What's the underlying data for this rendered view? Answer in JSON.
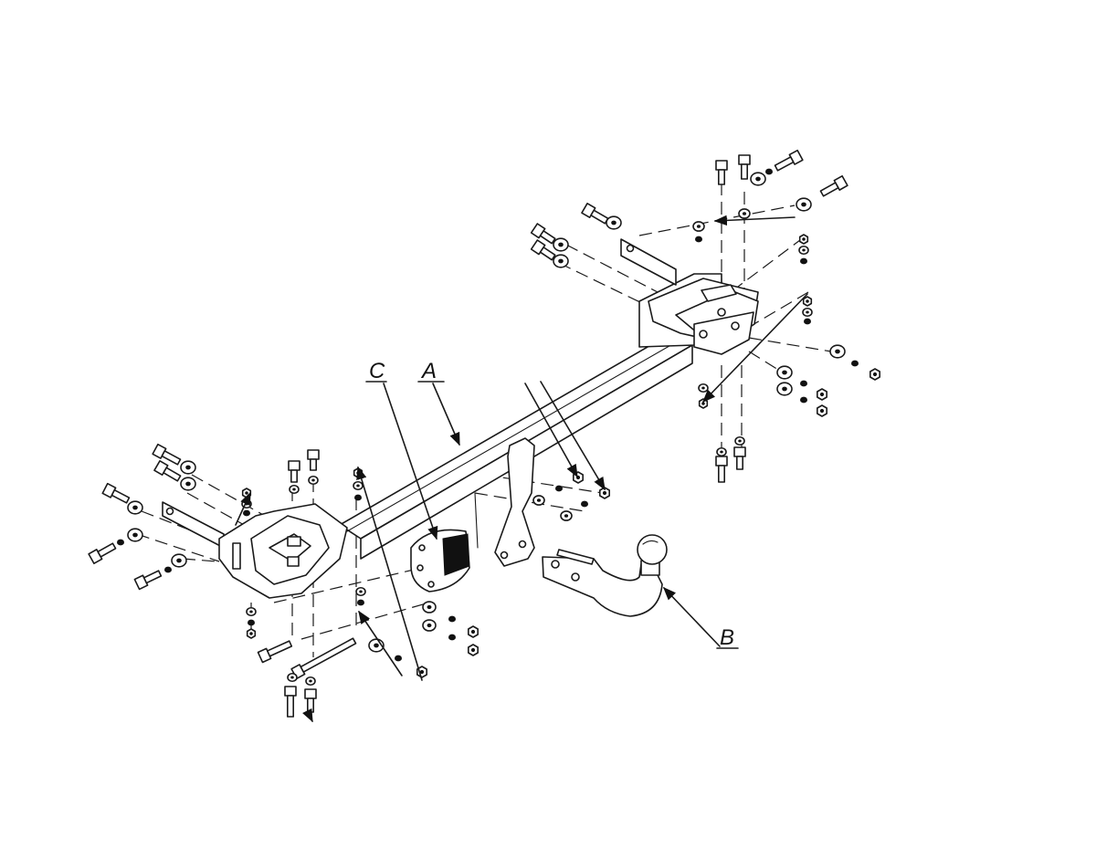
{
  "diagram": {
    "callouts": [
      {
        "id": "callout-a",
        "letter": "A"
      },
      {
        "id": "callout-b",
        "letter": "B"
      },
      {
        "id": "callout-c",
        "letter": "C"
      }
    ]
  }
}
